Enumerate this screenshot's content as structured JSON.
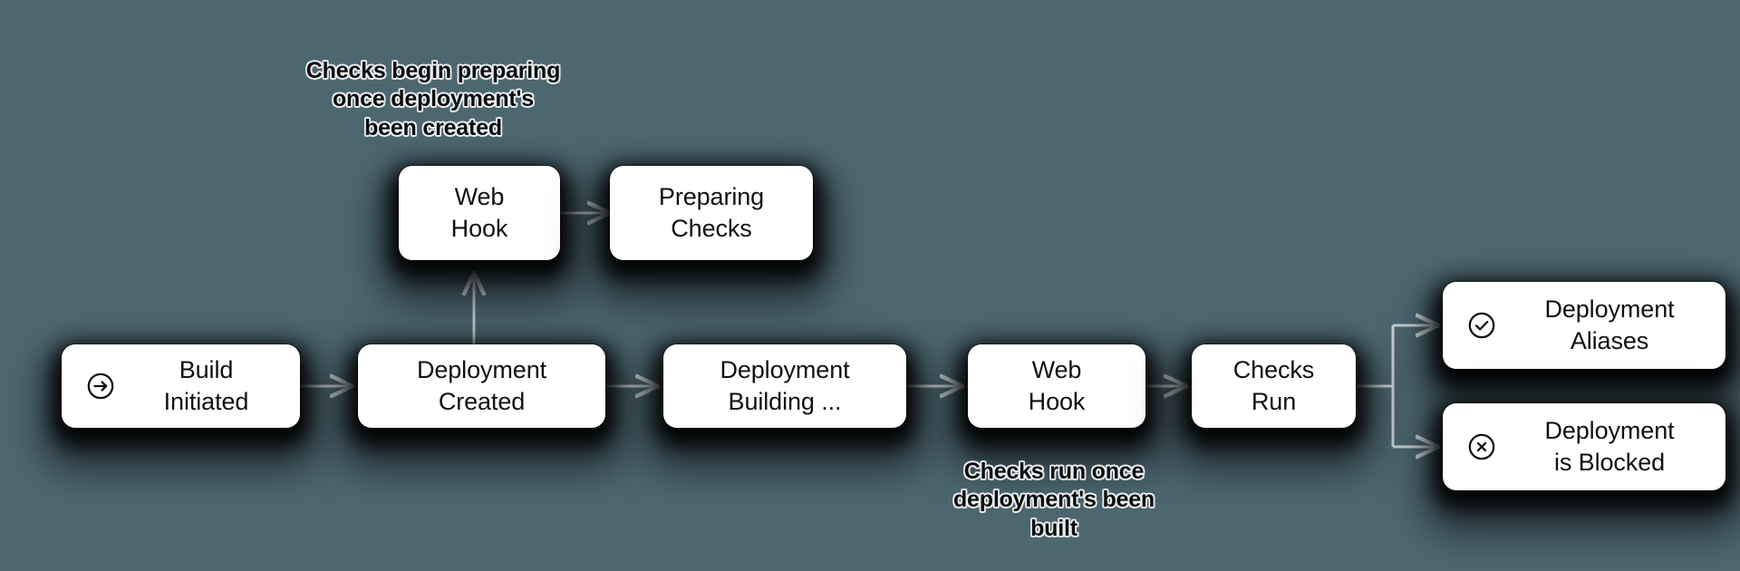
{
  "diagram": {
    "title": "Deployment checks lifecycle flow",
    "background_color": "#4d6771",
    "card_color": "#ffffff",
    "text_color": "#111111",
    "connector_color": "#c9d2d6"
  },
  "nodes": {
    "build_initiated": {
      "label": "Build\nInitiated",
      "icon": "arrow-right-circle-icon"
    },
    "deployment_created": {
      "label": "Deployment\nCreated",
      "icon": ""
    },
    "deployment_building": {
      "label": "Deployment\nBuilding ...",
      "icon": ""
    },
    "webhook_top": {
      "label": "Web\nHook",
      "icon": ""
    },
    "preparing_checks": {
      "label": "Preparing\nChecks",
      "icon": ""
    },
    "webhook_main": {
      "label": "Web\nHook",
      "icon": ""
    },
    "checks_run": {
      "label": "Checks\nRun",
      "icon": ""
    },
    "deployment_aliases": {
      "label": "Deployment\nAliases",
      "icon": "check-circle-icon"
    },
    "deployment_blocked": {
      "label": "Deployment\nis Blocked",
      "icon": "x-circle-icon"
    }
  },
  "annotations": {
    "checks_prepare": "Checks begin preparing\nonce deployment's\nbeen created",
    "checks_run": "Checks run once\ndeployment's been\nbuilt"
  }
}
